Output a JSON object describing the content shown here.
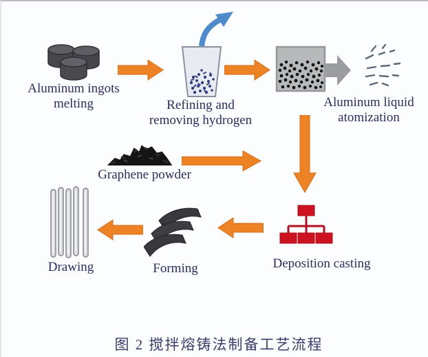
{
  "figure_caption": "图 2  搅拌熔铸法制备工艺流程",
  "labels": {
    "ingots": {
      "line1": "Aluminum ingots",
      "line2": "melting"
    },
    "refining": {
      "line1": "Refining and",
      "line2": "removing hydrogen"
    },
    "atomization": {
      "line1": "Aluminum liquid",
      "line2": "atomization"
    },
    "graphene": {
      "label": "Graphene powder"
    },
    "deposition": {
      "label": "Deposition casting"
    },
    "forming": {
      "label": "Forming"
    },
    "drawing": {
      "label": "Drawing"
    }
  },
  "colors": {
    "flow_arrow_orange": "#ee8326",
    "flow_arrow_orange_edge": "#d96a10",
    "degas_arrow_blue": "#4e8bcd",
    "atomize_arrow_gray": "#9b9da0",
    "deposition_red": "#ce1220",
    "label_text_navy": "#2c2c60",
    "background": "#fcfdfe"
  }
}
